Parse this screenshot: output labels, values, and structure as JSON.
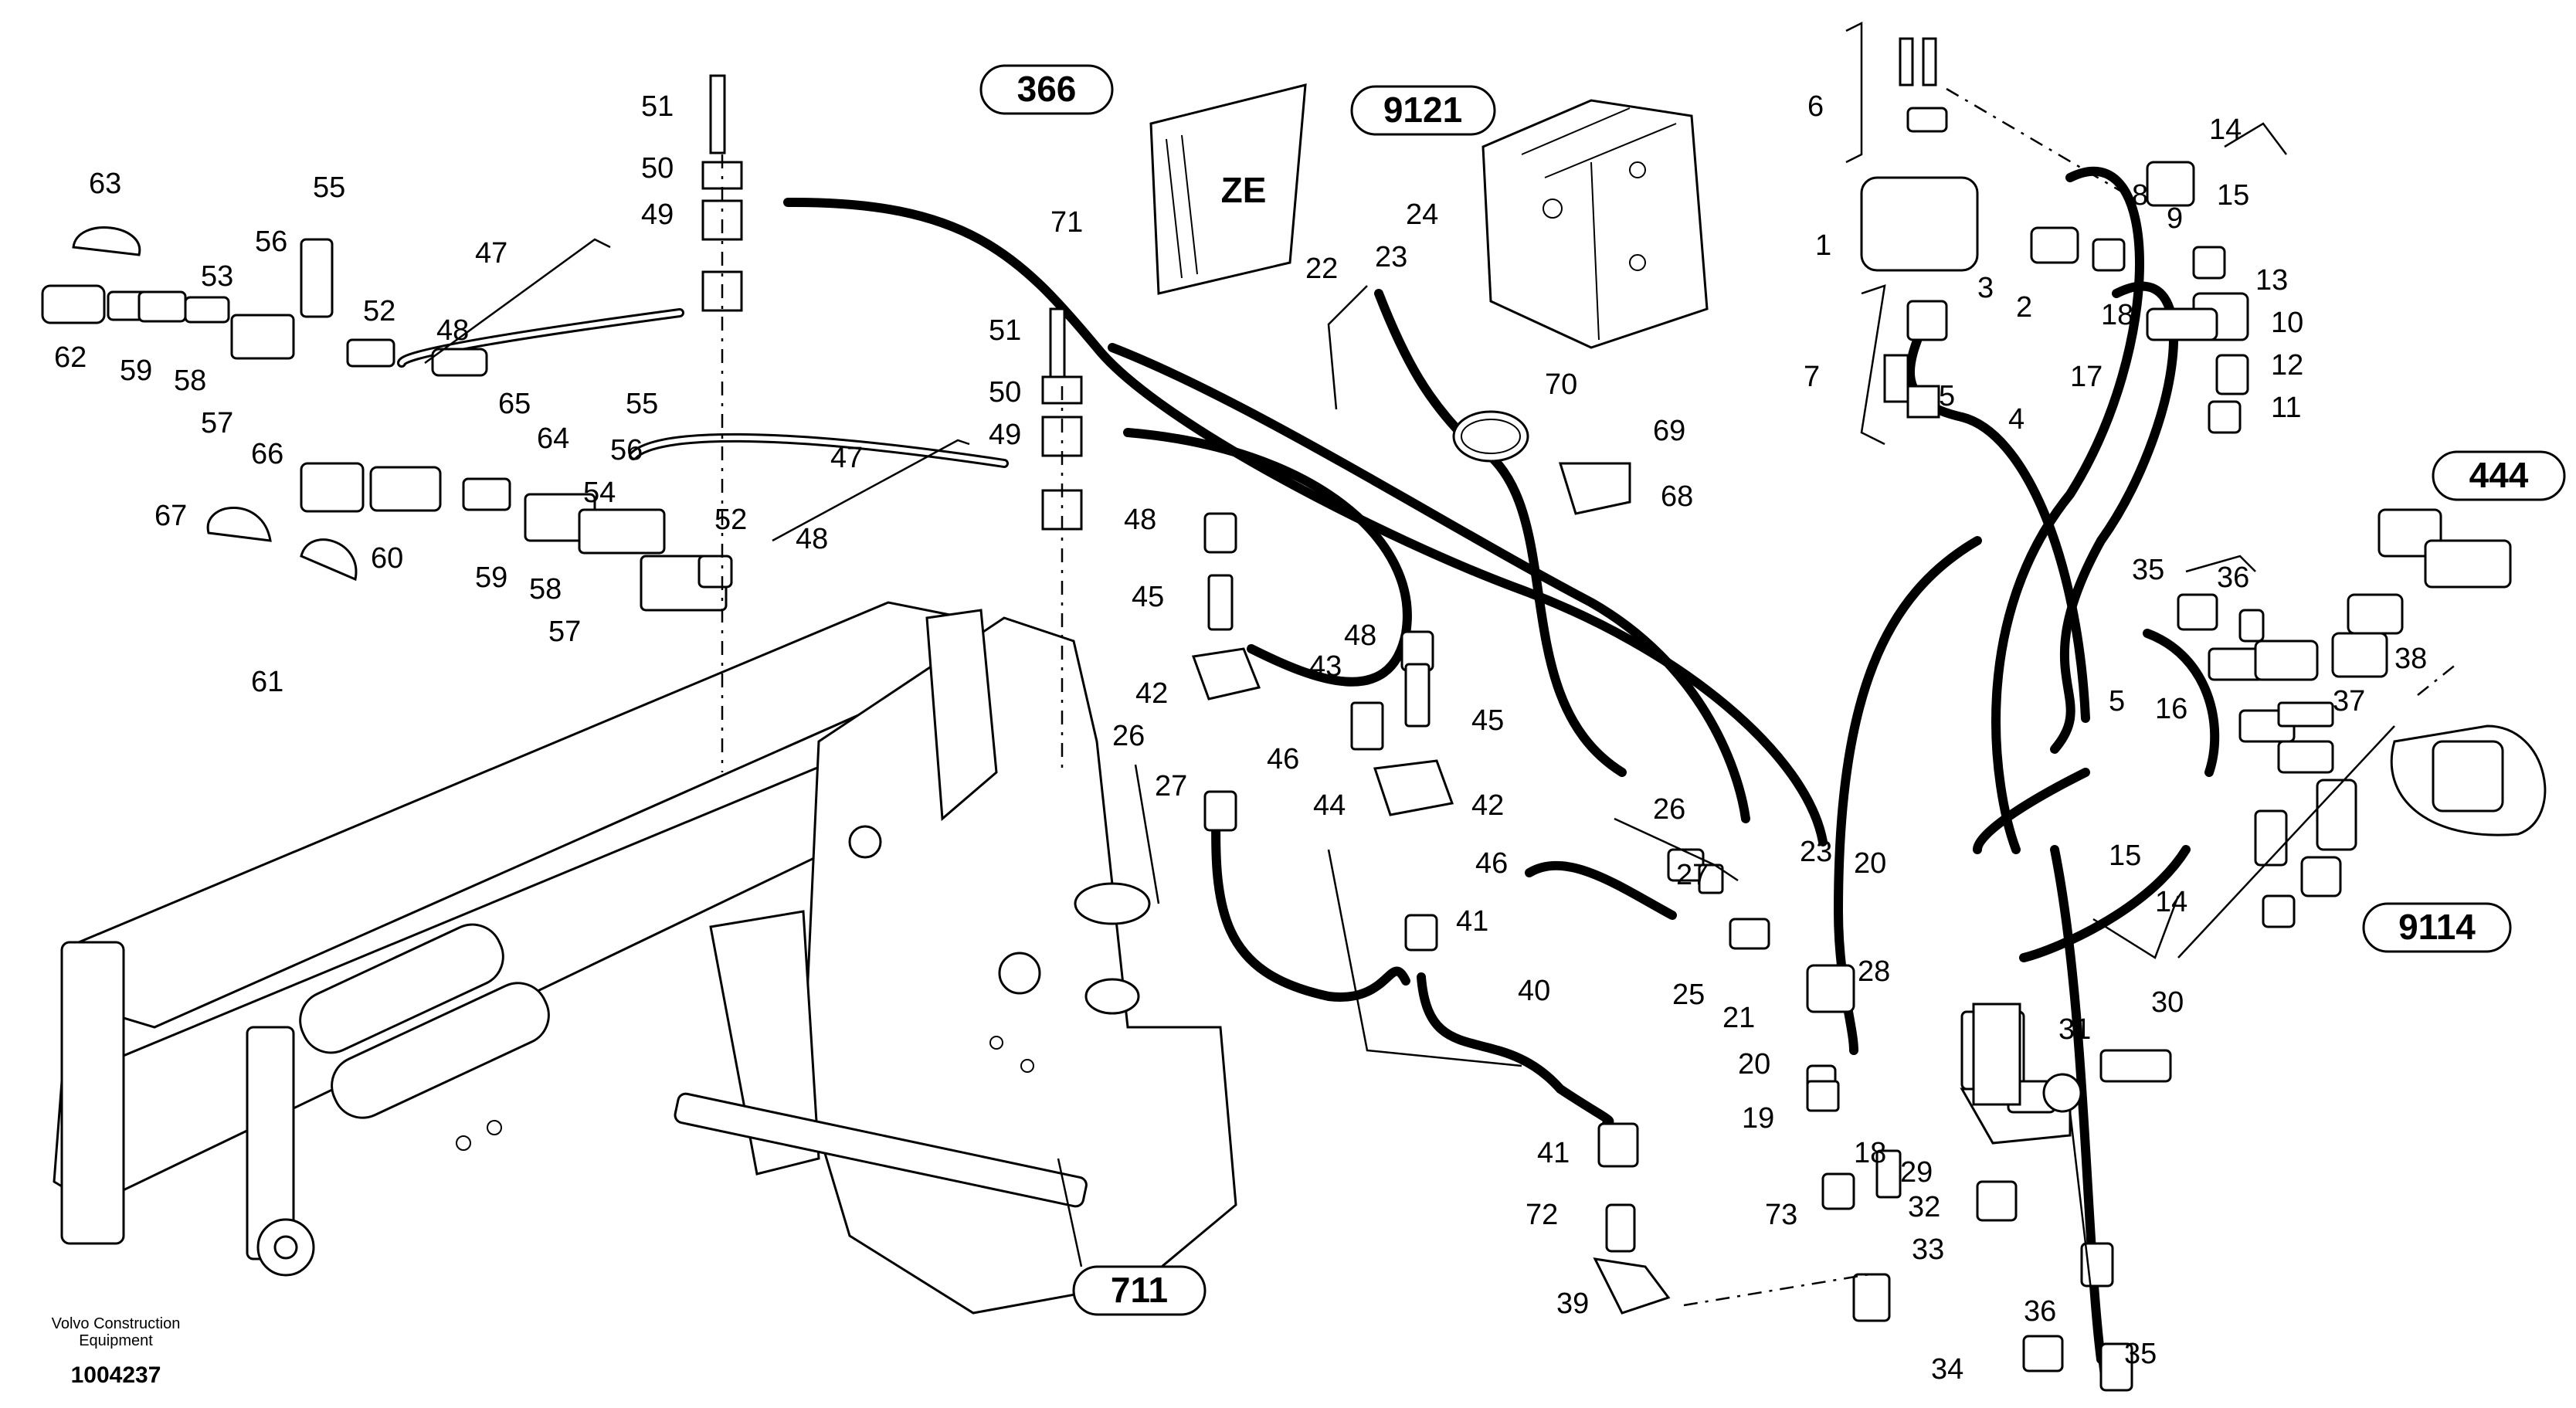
{
  "ref_boxes": [
    {
      "id": "366",
      "label": "366"
    },
    {
      "id": "9121",
      "label": "9121"
    },
    {
      "id": "444",
      "label": "444"
    },
    {
      "id": "9114",
      "label": "9114"
    },
    {
      "id": "711",
      "label": "711"
    }
  ],
  "component_label": "ZE",
  "brand": {
    "line1": "Volvo Construction",
    "line2": "Equipment"
  },
  "drawing_code": "1004237",
  "part_labels": {
    "p63": "63",
    "p55a": "55",
    "p56a": "56",
    "p53": "53",
    "p62": "62",
    "p59a": "59",
    "p58a": "58",
    "p57a": "57",
    "p52a": "52",
    "p48a": "48",
    "p47a": "47",
    "p51a": "51",
    "p50a": "50",
    "p49a": "49",
    "p65": "65",
    "p64": "64",
    "p66": "66",
    "p67": "67",
    "p60": "60",
    "p61": "61",
    "p55b": "55",
    "p56b": "56",
    "p54": "54",
    "p59b": "59",
    "p58b": "58",
    "p57b": "57",
    "p52b": "52",
    "p48b": "48",
    "p47b": "47",
    "p51b": "51",
    "p50b": "50",
    "p49b": "49",
    "p71": "71",
    "p22": "22",
    "p23a": "23",
    "p24": "24",
    "p70": "70",
    "p69": "69",
    "p68": "68",
    "p48c": "48",
    "p45a": "45",
    "p42a": "42",
    "p46a": "46",
    "p27a": "27",
    "p26a": "26",
    "p48d": "48",
    "p43": "43",
    "p45b": "45",
    "p42b": "42",
    "p44": "44",
    "p46b": "46",
    "p41a": "41",
    "p40": "40",
    "p26b": "26",
    "p27b": "27",
    "p25": "25",
    "p23b": "23",
    "p20a": "20",
    "p21": "21",
    "p20b": "20",
    "p19": "19",
    "p18a": "18",
    "p28": "28",
    "p41b": "41",
    "p72": "72",
    "p39": "39",
    "p29": "29",
    "p73": "73",
    "p32": "32",
    "p33": "33",
    "p34": "34",
    "p36a": "36",
    "p35a": "35",
    "p31": "31",
    "p30": "30",
    "p6": "6",
    "p1": "1",
    "p7": "7",
    "p3": "3",
    "p2": "2",
    "p5a": "5",
    "p4": "4",
    "p17": "17",
    "p18b": "18",
    "p8": "8",
    "p9": "9",
    "p14a": "14",
    "p15a": "15",
    "p13": "13",
    "p10": "10",
    "p12": "12",
    "p11": "11",
    "p35b": "35",
    "p36b": "36",
    "p5b": "5",
    "p16": "16",
    "p15b": "15",
    "p14b": "14",
    "p37": "37",
    "p38": "38"
  }
}
